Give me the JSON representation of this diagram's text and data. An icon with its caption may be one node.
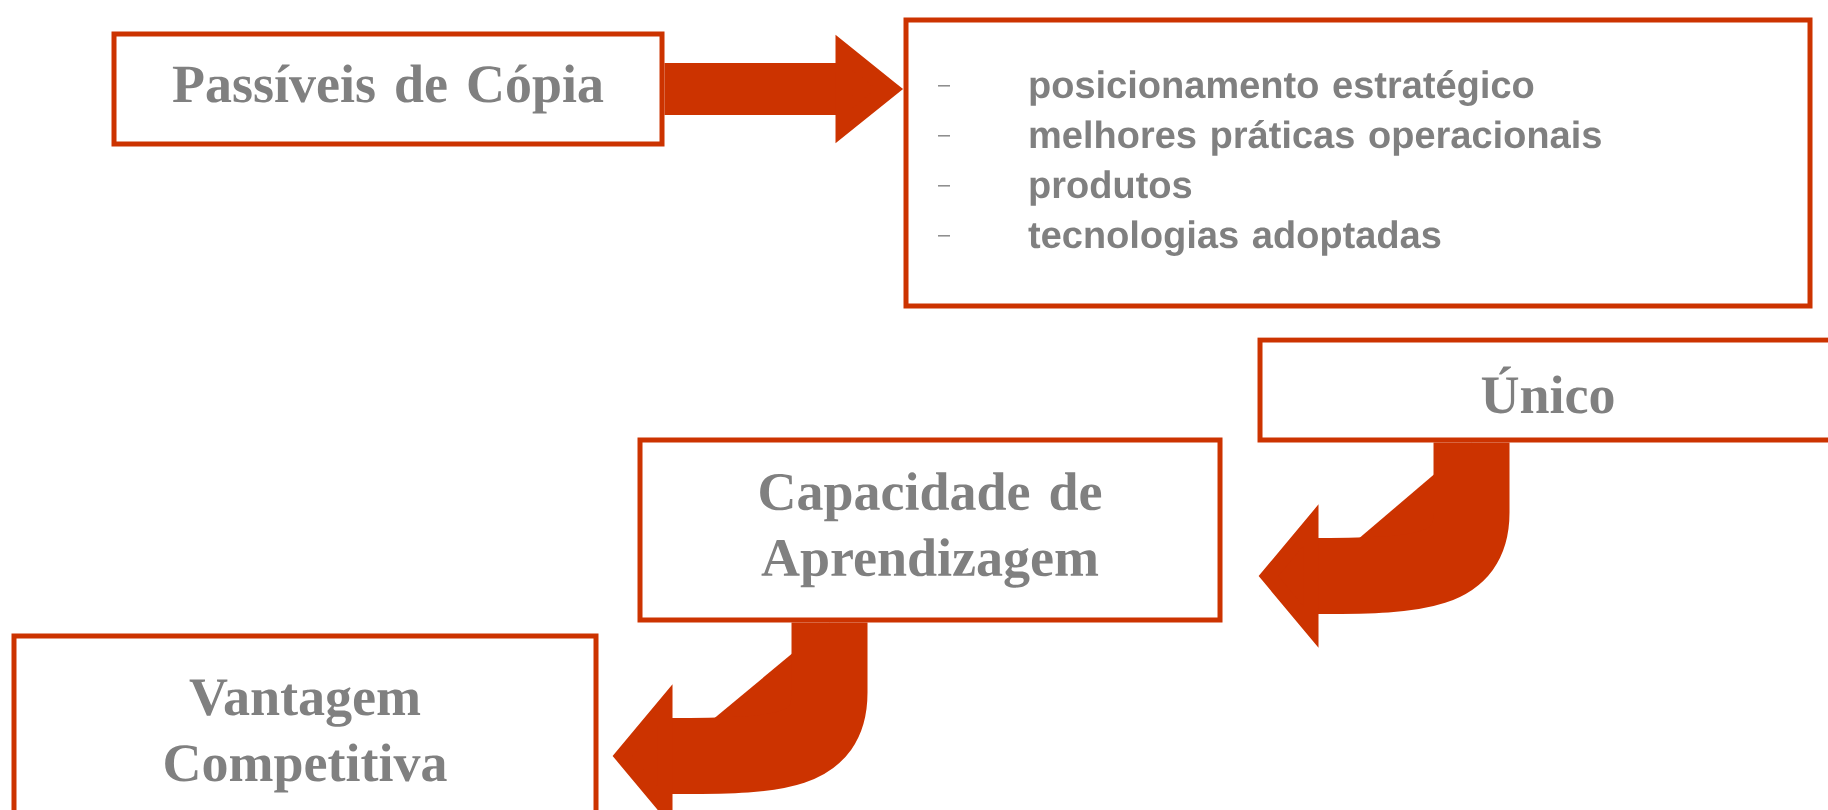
{
  "diagram": {
    "nodes": [
      {
        "text": [
          "Passíveis de Cópia"
        ]
      },
      {
        "text": [
          "posicionamento estratégico",
          "melhores práticas operacionais",
          "produtos",
          "tecnologias adoptadas"
        ]
      },
      {
        "text": [
          "Único"
        ]
      },
      {
        "text": [
          "Capacidade de Aprendizagem"
        ]
      },
      {
        "text": [
          "Vantagem Competitiva"
        ]
      }
    ],
    "edges": [
      {
        "from": 0,
        "to": 1,
        "arrow": "to"
      },
      {
        "from": 2,
        "to": 3,
        "arrow": "to"
      },
      {
        "from": 3,
        "to": 4,
        "arrow": "to"
      }
    ]
  }
}
